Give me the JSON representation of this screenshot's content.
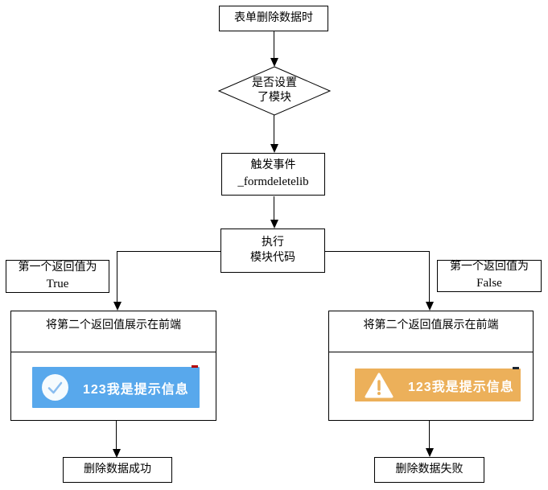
{
  "diagram": {
    "nodes": {
      "start": {
        "label": "表单删除数据时"
      },
      "decision": {
        "line1": "是否设置",
        "line2": "了模块"
      },
      "trigger": {
        "line1": "触发事件",
        "line2": "_formdeletelib"
      },
      "execute": {
        "line1": "执行",
        "line2": "模块代码"
      },
      "label_true": {
        "line1": "第一个返回值为",
        "line2": "True"
      },
      "label_false": {
        "line1": "第一个返回值为",
        "line2": "False"
      },
      "show_left": {
        "label": "将第二个返回值展示在前端"
      },
      "show_right": {
        "label": "将第二个返回值展示在前端"
      },
      "success": {
        "label": "删除数据成功"
      },
      "fail": {
        "label": "删除数据失败"
      }
    },
    "toasts": {
      "success": {
        "icon": "check-circle-icon",
        "text": "123我是提示信息"
      },
      "warning": {
        "icon": "warning-triangle-icon",
        "text": "123我是提示信息"
      }
    }
  },
  "colors": {
    "success_toast": "#58a8ec",
    "warning_toast": "#ecb05a",
    "check_stroke": "#8abdf0",
    "line": "#000000",
    "mark_red": "#b30000",
    "mark_dark": "#1b2430"
  }
}
